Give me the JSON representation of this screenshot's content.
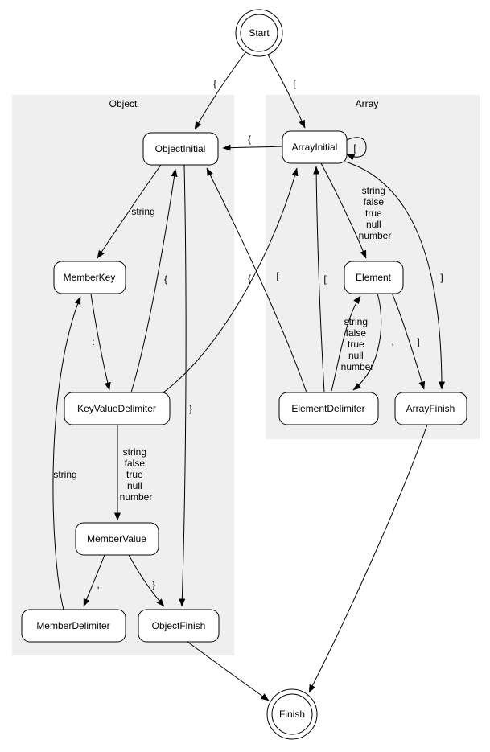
{
  "diagram": {
    "colors": {
      "background": "#ffffff",
      "cluster_fill": "#efefef",
      "node_fill": "#ffffff",
      "stroke": "#000000"
    },
    "clusters": {
      "object": {
        "label": "Object"
      },
      "array": {
        "label": "Array"
      }
    },
    "nodes": {
      "start": {
        "label": "Start",
        "shape": "doublecircle"
      },
      "finish": {
        "label": "Finish",
        "shape": "doublecircle"
      },
      "object_initial": {
        "label": "ObjectInitial",
        "shape": "box"
      },
      "array_initial": {
        "label": "ArrayInitial",
        "shape": "box"
      },
      "member_key": {
        "label": "MemberKey",
        "shape": "box"
      },
      "key_value_delimiter": {
        "label": "KeyValueDelimiter",
        "shape": "box"
      },
      "member_value": {
        "label": "MemberValue",
        "shape": "box"
      },
      "member_delimiter": {
        "label": "MemberDelimiter",
        "shape": "box"
      },
      "object_finish": {
        "label": "ObjectFinish",
        "shape": "box"
      },
      "element": {
        "label": "Element",
        "shape": "box"
      },
      "element_delimiter": {
        "label": "ElementDelimiter",
        "shape": "box"
      },
      "array_finish": {
        "label": "ArrayFinish",
        "shape": "box"
      }
    },
    "edges": [
      {
        "from": "Start",
        "to": "ObjectInitial",
        "label": "{"
      },
      {
        "from": "Start",
        "to": "ArrayInitial",
        "label": "["
      },
      {
        "from": "ArrayInitial",
        "to": "ObjectInitial",
        "label": "{"
      },
      {
        "from": "ArrayInitial",
        "to": "ArrayInitial",
        "label": "["
      },
      {
        "from": "ObjectInitial",
        "to": "MemberKey",
        "label": "string"
      },
      {
        "from": "ObjectInitial",
        "to": "ObjectFinish",
        "label": "}"
      },
      {
        "from": "MemberKey",
        "to": "KeyValueDelimiter",
        "label": ":"
      },
      {
        "from": "KeyValueDelimiter",
        "to": "MemberValue",
        "label_lines": [
          "string",
          "false",
          "true",
          "null",
          "number"
        ]
      },
      {
        "from": "KeyValueDelimiter",
        "to": "ObjectInitial",
        "label": "{"
      },
      {
        "from": "KeyValueDelimiter",
        "to": "ArrayInitial",
        "label": "["
      },
      {
        "from": "MemberValue",
        "to": "MemberDelimiter",
        "label": ","
      },
      {
        "from": "MemberValue",
        "to": "ObjectFinish",
        "label": "}"
      },
      {
        "from": "MemberDelimiter",
        "to": "MemberKey",
        "label": "string"
      },
      {
        "from": "ObjectFinish",
        "to": "Finish",
        "label": ""
      },
      {
        "from": "ArrayInitial",
        "to": "Element",
        "label_lines": [
          "string",
          "false",
          "true",
          "null",
          "number"
        ]
      },
      {
        "from": "ArrayInitial",
        "to": "ArrayFinish",
        "label": "]"
      },
      {
        "from": "Element",
        "to": "ElementDelimiter",
        "label": ","
      },
      {
        "from": "Element",
        "to": "ArrayFinish",
        "label": "]"
      },
      {
        "from": "ElementDelimiter",
        "to": "Element",
        "label_lines": [
          "string",
          "false",
          "true",
          "null",
          "number"
        ]
      },
      {
        "from": "ElementDelimiter",
        "to": "ObjectInitial",
        "label": "{"
      },
      {
        "from": "ElementDelimiter",
        "to": "ArrayInitial",
        "label": "["
      },
      {
        "from": "ArrayFinish",
        "to": "Finish",
        "label": ""
      }
    ]
  }
}
